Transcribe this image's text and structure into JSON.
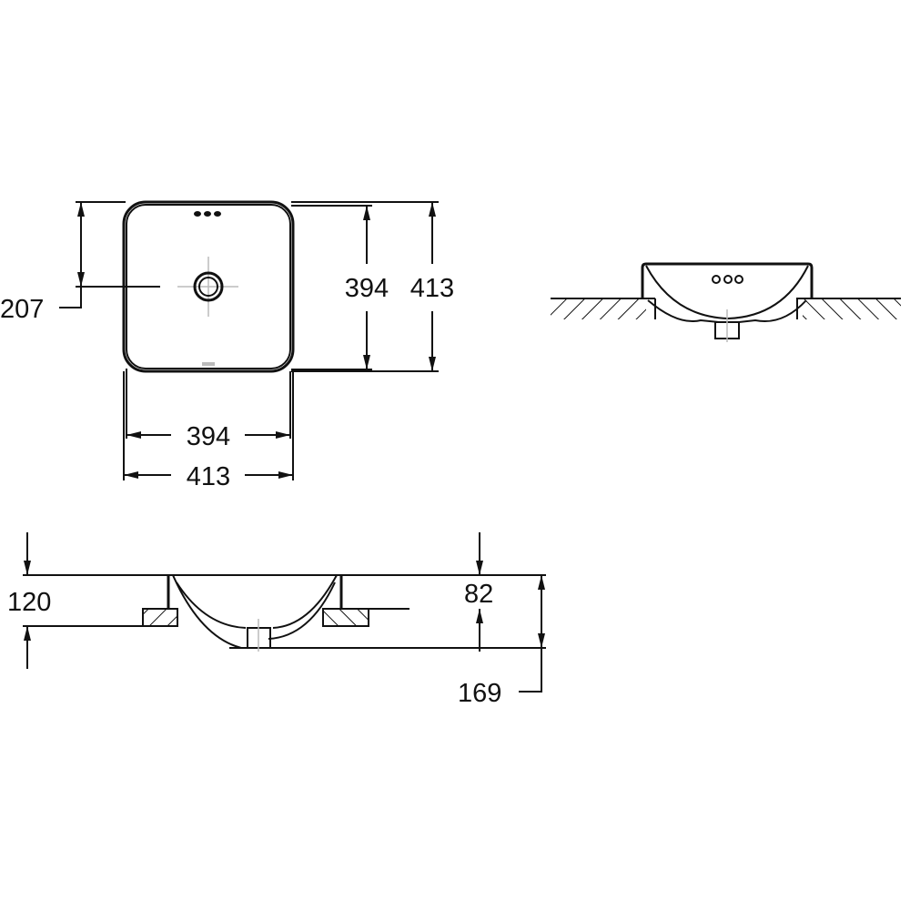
{
  "top_view": {
    "offset_label": "207",
    "inner_width_label": "394",
    "outer_width_label": "413",
    "inner_depth_label": "394",
    "outer_depth_label": "413"
  },
  "section_view": {
    "total_height_label": "120",
    "above_counter_label": "82",
    "below_counter_label": "169"
  },
  "colors": {
    "line": "#111111",
    "centerline": "#bbbbbb",
    "background": "#ffffff"
  }
}
